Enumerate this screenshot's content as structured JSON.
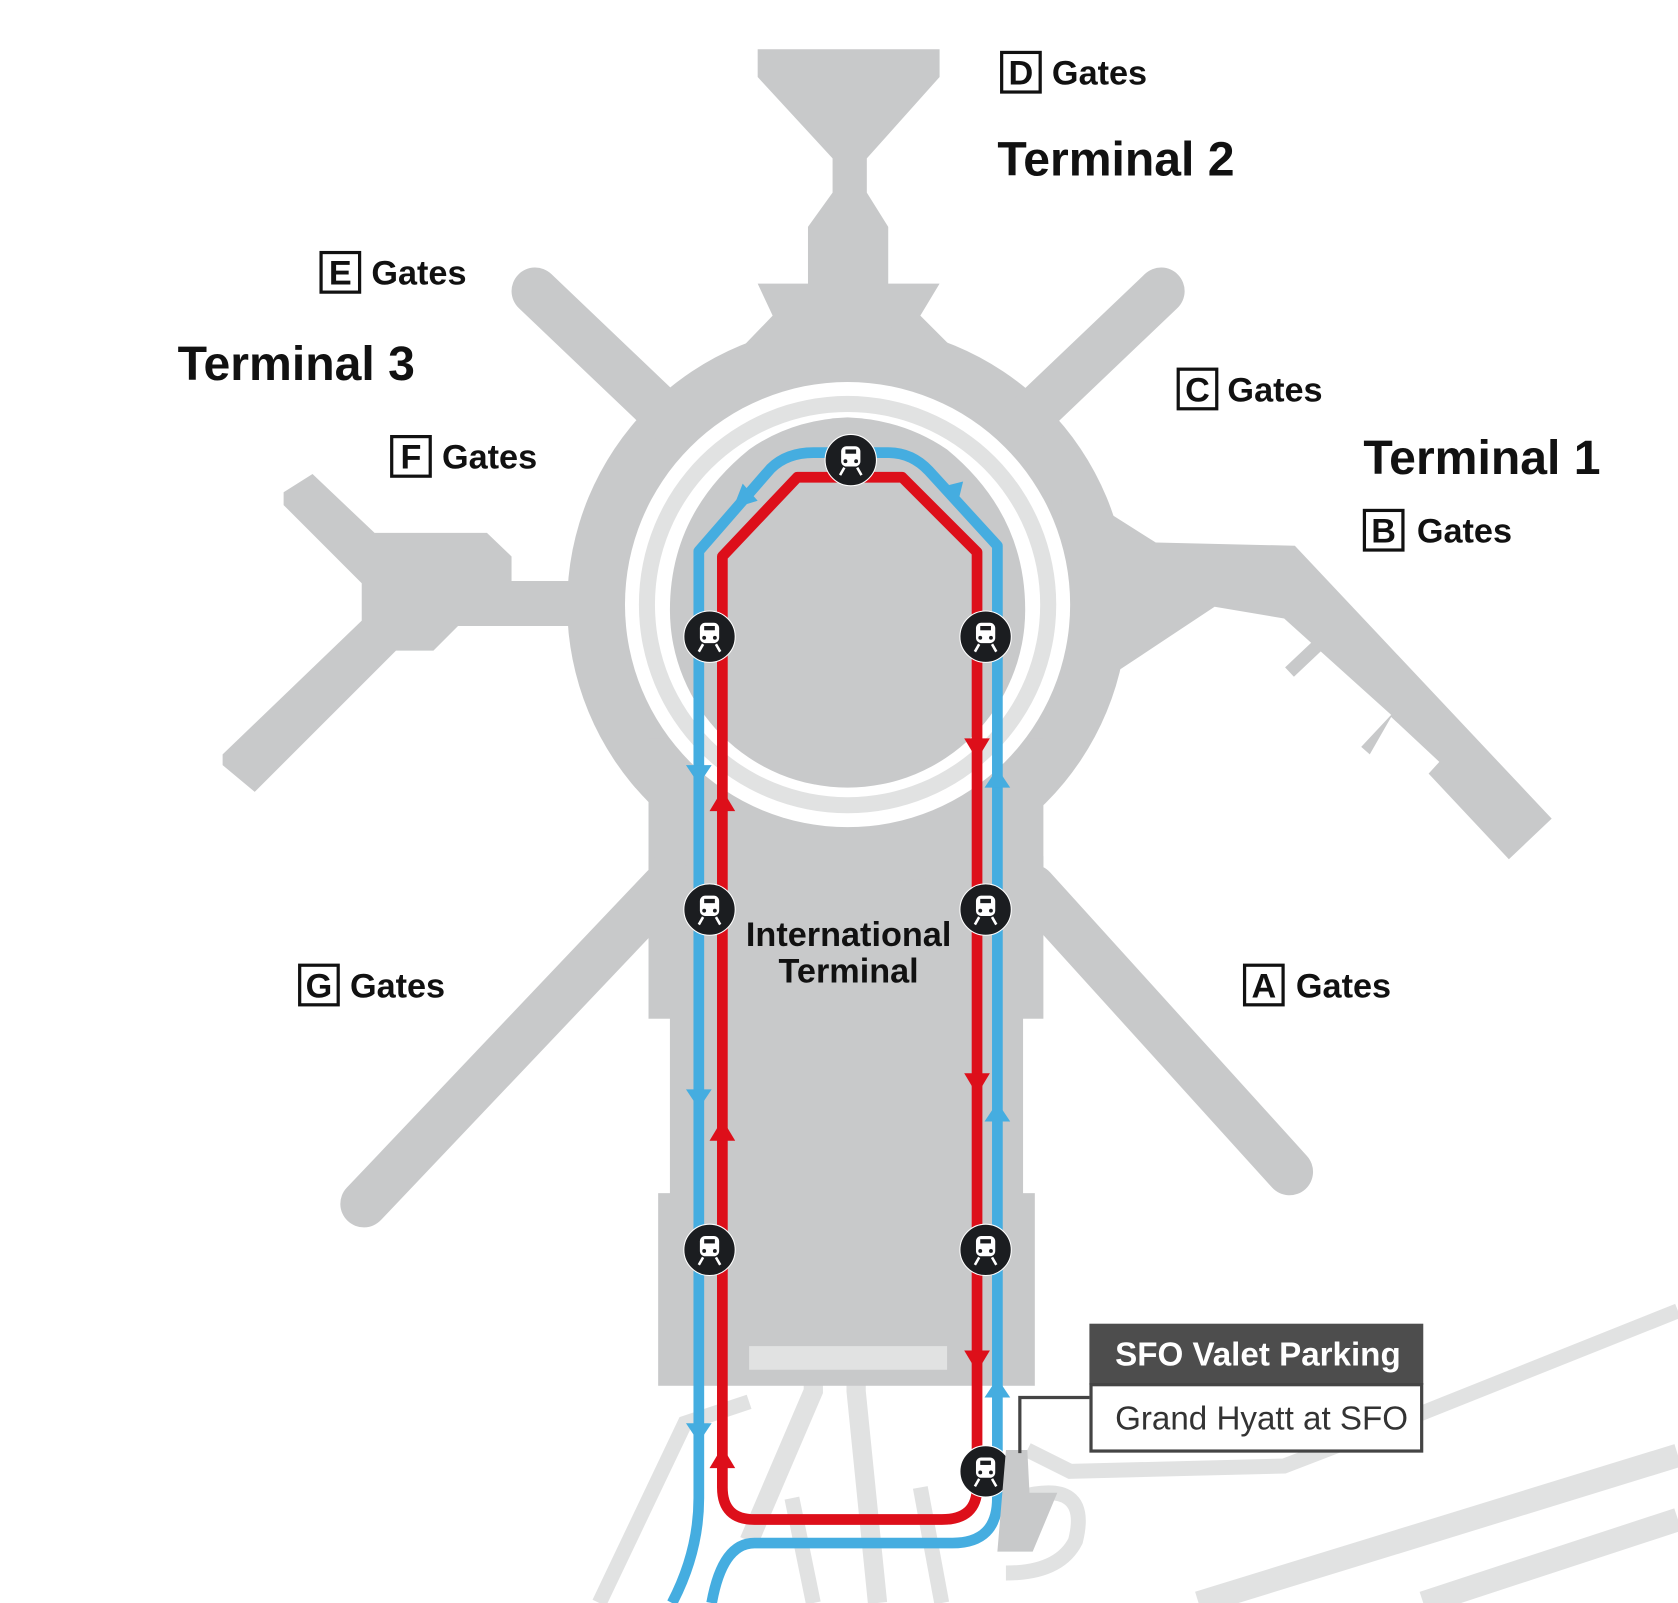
{
  "colors": {
    "building": "#c8c9ca",
    "road": "#e1e2e2",
    "blue_line": "#45ade0",
    "red_line": "#dd0f1a",
    "station": "#1b1d20",
    "callout_header": "#4d4d4d"
  },
  "gates": [
    {
      "letter": "D",
      "label": "Gates"
    },
    {
      "letter": "E",
      "label": "Gates"
    },
    {
      "letter": "C",
      "label": "Gates"
    },
    {
      "letter": "F",
      "label": "Gates"
    },
    {
      "letter": "B",
      "label": "Gates"
    },
    {
      "letter": "G",
      "label": "Gates"
    },
    {
      "letter": "A",
      "label": "Gates"
    }
  ],
  "terminals": {
    "t2": "Terminal 2",
    "t3": "Terminal 3",
    "t1": "Terminal 1",
    "intl_line1": "International",
    "intl_line2": "Terminal"
  },
  "station_icon": "train-icon",
  "callout": {
    "title": "SFO Valet Parking",
    "subtitle": "Grand Hyatt at SFO"
  }
}
